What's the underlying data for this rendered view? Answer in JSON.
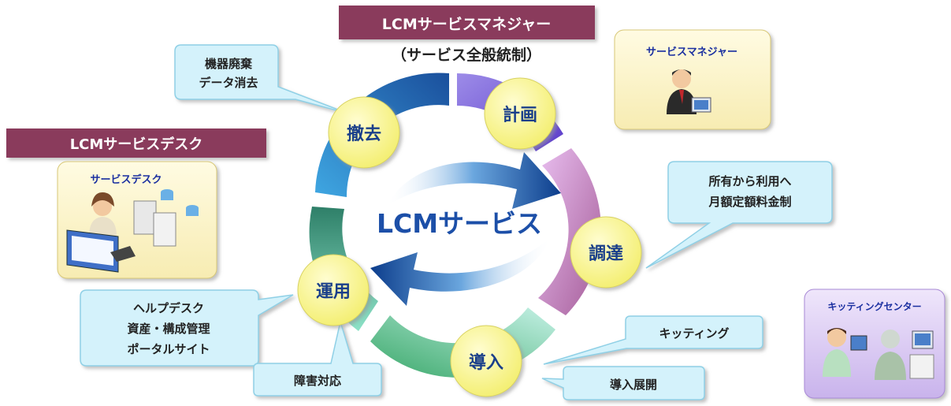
{
  "manager_banner": {
    "title": "LCMサービスマネジャー",
    "subtitle": "（サービス全般統制）"
  },
  "desk_banner": {
    "title": "LCMサービスデスク"
  },
  "center_label": "LCMサービス",
  "stages": {
    "plan": "計画",
    "procure": "調達",
    "deploy": "導入",
    "operate": "運用",
    "remove": "撤去"
  },
  "callouts": {
    "disposal": [
      "機器廃棄",
      "データ消去"
    ],
    "subscription": [
      "所有から利用へ",
      "月額定額料金制"
    ],
    "helpdesk": [
      "ヘルプデスク",
      "資産・構成管理",
      "ポータルサイト"
    ],
    "incident": "障害対応",
    "kitting": "キッティング",
    "rollout": "導入展開"
  },
  "roles": {
    "service_manager": "サービスマネジャー",
    "service_desk": "サービスデスク",
    "kitting_center": "キッティングセンター"
  },
  "colors": {
    "banner": "#8a3a5c",
    "stage_fill": "#fbf89a",
    "callout_fill": "#d4f2fb",
    "callout_stroke": "#8fd0e6",
    "center_text": "#1c4fa8"
  }
}
